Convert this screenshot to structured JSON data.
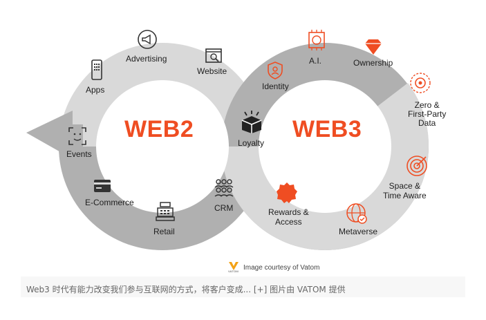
{
  "web2": {
    "title": "WEB2",
    "items": {
      "advertising": "Advertising",
      "website": "Website",
      "apps": "Apps",
      "events": "Events",
      "ecommerce": "E-Commerce",
      "retail": "Retail",
      "crm": "CRM"
    }
  },
  "shared": {
    "loyalty": "Loyalty"
  },
  "web3": {
    "title": "WEB3",
    "items": {
      "ai": "A.I.",
      "ownership": "Ownership",
      "identity": "Identity",
      "zero_party_line1": "Zero &",
      "zero_party_line2": "First-Party",
      "zero_party_line3": "Data",
      "space_line1": "Space &",
      "space_line2": "Time Aware",
      "rewards_line1": "Rewards &",
      "rewards_line2": "Access",
      "metaverse": "Metaverse"
    }
  },
  "credit": {
    "brand": "VATOM",
    "text": "Image courtesy of Vatom"
  },
  "caption": "Web3 时代有能力改变我们参与互联网的方式，将客户变成... [+]  图片由 VATOM 提供",
  "colors": {
    "accent": "#ef4d22",
    "ring_light": "#d7d7d7",
    "ring_dark": "#ababab",
    "icon_dark": "#333333"
  }
}
